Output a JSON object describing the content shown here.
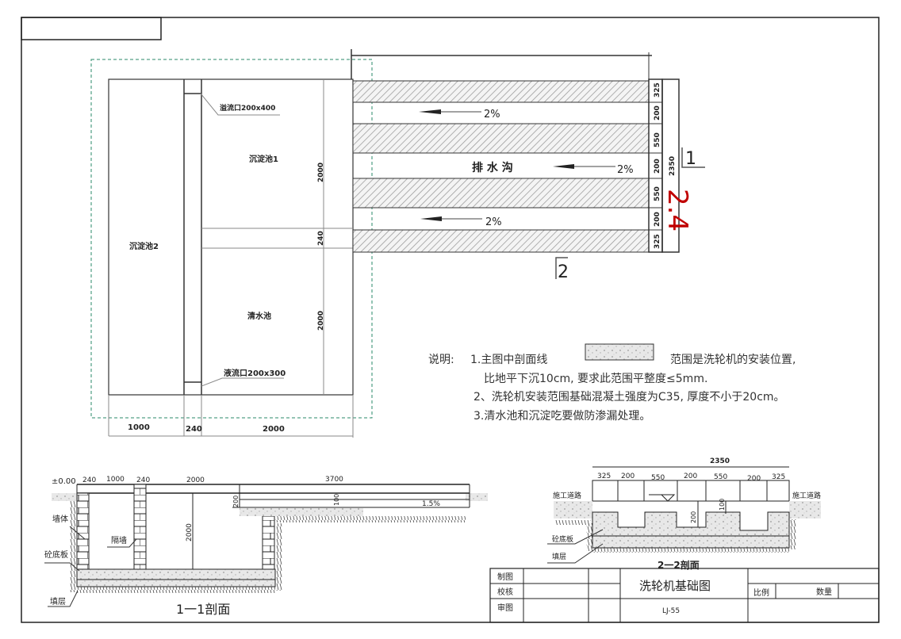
{
  "plan": {
    "overflow_label": "溢流口200x400",
    "tank1_label": "沉淀池1",
    "tank2_label": "沉淀池2",
    "clear_tank_label": "清水池",
    "outflow_label": "液流口200x300",
    "dim_2000_a": "2000",
    "dim_240_v": "240",
    "dim_2000_b": "2000",
    "bottom_dims": [
      "1000",
      "240",
      "2000"
    ]
  },
  "drain": {
    "label": "排 水 沟",
    "slopes": [
      "2%",
      "2%",
      "2%"
    ],
    "side_dims": [
      "325",
      "200",
      "550",
      "200",
      "550",
      "200",
      "325"
    ],
    "total_dim": "2350",
    "section_1": "1",
    "section_2": "2",
    "red_mark": "2.4"
  },
  "notes": {
    "prefix": "说明:",
    "line1a": "1.主图中剖面线",
    "line1b": "范围是洗轮机的安装位置,",
    "line2": "比地平下沉10cm, 要求此范围平整度≤5mm.",
    "line3": "2、洗轮机安装范围基础混凝土强度为C35, 厚度不小于20cm。",
    "line4": "3.清水池和沉淀吃要做防渗漏处理。"
  },
  "section11": {
    "title": "1一1剖面",
    "elevation": "±0.00",
    "dims_top": [
      "240",
      "1000",
      "240",
      "2000",
      "3700"
    ],
    "dim_200": "200",
    "dim_100": "100",
    "dim_2000": "2000",
    "slope": "1.5%",
    "labels": {
      "wall": "墙体",
      "partition": "隔墙",
      "slab": "砼底板",
      "fill": "填层"
    }
  },
  "section22": {
    "title": "2一2剖面",
    "total": "2350",
    "dims": [
      "325",
      "200",
      "550",
      "200",
      "550",
      "200",
      "325"
    ],
    "road_left": "施工道路",
    "road_right": "施工道路",
    "dim_200": "200",
    "dim_100": "100",
    "labels": {
      "slab": "砼底板",
      "fill": "填层"
    }
  },
  "title_block": {
    "title": "洗轮机基础图",
    "code": "LJ-55",
    "rows": [
      "制图",
      "校核",
      "审图"
    ],
    "scale_label": "比例",
    "qty_label": "数量"
  }
}
